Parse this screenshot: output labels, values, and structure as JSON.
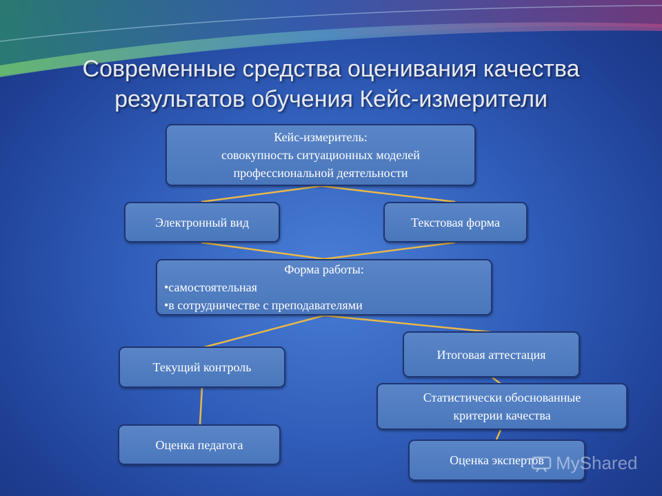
{
  "title": {
    "line1": "Современные средства оценивания качества",
    "line2": "результатов обучения Кейс-измерители"
  },
  "nodes": {
    "definition": {
      "line1": "Кейс-измеритель:",
      "line2": "совокупность ситуационных моделей",
      "line3": "профессиональной деятельности"
    },
    "electronic": "Электронный вид",
    "textual": "Текстовая форма",
    "work_form": {
      "head": "Форма работы:",
      "item1": "•самостоятельная",
      "item2": "•в сотрудничестве с преподавателями"
    },
    "current_control": "Текущий контроль",
    "final_attestation": "Итоговая аттестация",
    "teacher_assessment": "Оценка педагога",
    "statistical_criteria": {
      "line1": "Статистически обоснованные",
      "line2": "критерии качества"
    },
    "expert_assessment": "Оценка экспертов"
  },
  "colors": {
    "box_fill": "#5a86c8",
    "box_border": "#1f3470",
    "connector": "#e8b84a"
  },
  "watermark": {
    "text": "MyShared"
  }
}
